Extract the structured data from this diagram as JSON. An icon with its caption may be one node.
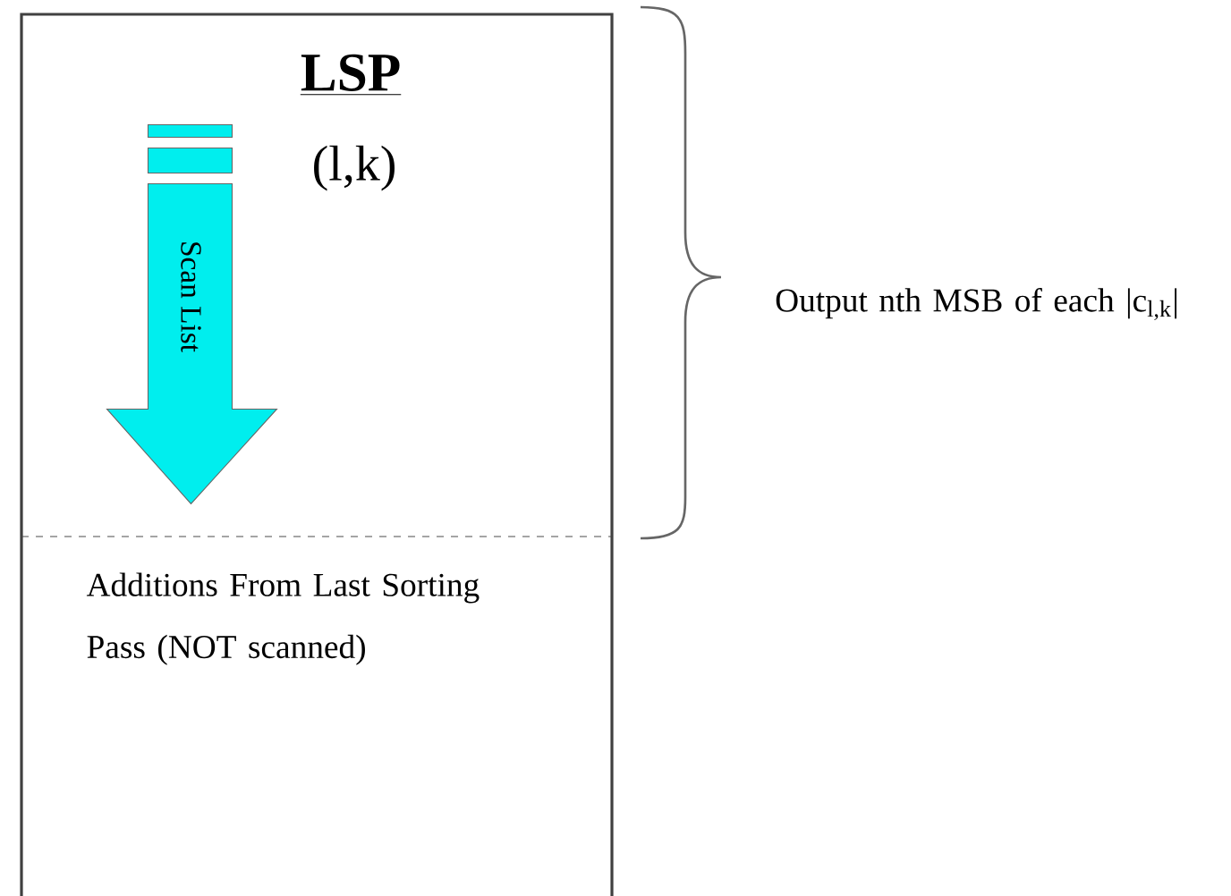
{
  "diagram": {
    "nodes": [
      {
        "text": [
          "LSP",
          "(l,k)"
        ]
      },
      {
        "text": [
          "Scan List"
        ],
        "in": 0
      },
      {
        "text": [
          "Additions From Last Sorting Pass (NOT scanned)"
        ]
      }
    ],
    "labels": [
      "Output nth MSB of each |c$_{l,k}$|"
    ]
  }
}
